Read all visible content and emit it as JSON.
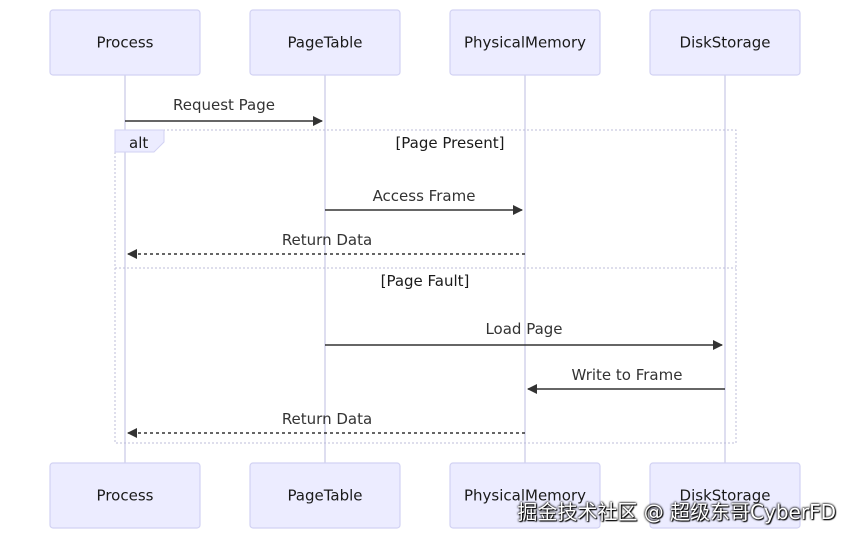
{
  "diagram": {
    "actors": [
      {
        "id": "process",
        "label": "Process"
      },
      {
        "id": "pagetable",
        "label": "PageTable"
      },
      {
        "id": "physicalmemory",
        "label": "PhysicalMemory"
      },
      {
        "id": "diskstorage",
        "label": "DiskStorage"
      }
    ],
    "messages": [
      {
        "from": "process",
        "to": "pagetable",
        "label": "Request Page",
        "style": "solid"
      },
      {
        "from": "pagetable",
        "to": "physicalmemory",
        "label": "Access Frame",
        "style": "solid"
      },
      {
        "from": "physicalmemory",
        "to": "process",
        "label": "Return Data",
        "style": "dashed"
      },
      {
        "from": "pagetable",
        "to": "diskstorage",
        "label": "Load Page",
        "style": "solid"
      },
      {
        "from": "diskstorage",
        "to": "physicalmemory",
        "label": "Write to Frame",
        "style": "solid"
      },
      {
        "from": "physicalmemory",
        "to": "process",
        "label": "Return Data",
        "style": "dashed"
      }
    ],
    "fragment": {
      "keyword": "alt",
      "sections": [
        {
          "condition": "[Page Present]"
        },
        {
          "condition": "[Page Fault]"
        }
      ]
    }
  },
  "watermark": "掘金技术社区 @ 超级东哥CyberFD"
}
